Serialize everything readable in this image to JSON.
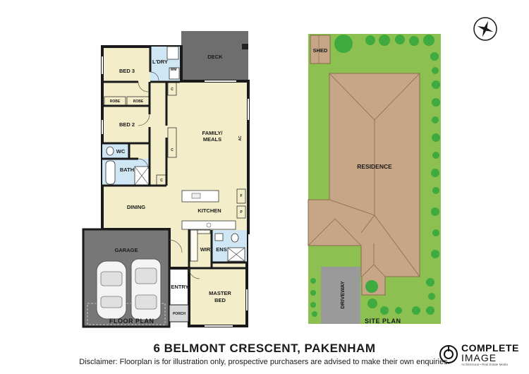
{
  "title": "6 BELMONT CRESCENT, PAKENHAM",
  "disclaimer": "Disclaimer: Floorplan is for illustration only, prospective purchasers are advised to make their own enquiries.",
  "captions": {
    "floor_plan": "FLOOR PLAN",
    "site_plan": "SITE PLAN"
  },
  "rooms": {
    "deck": "DECK",
    "laundry": "L'DRY",
    "wm": "WM",
    "bed3": "BED 3",
    "robe1": "ROBE",
    "robe2": "ROBE",
    "bed2": "BED 2",
    "wc": "WC",
    "bath": "BATH",
    "family_line1": "FAMILY/",
    "family_line2": "MEALS",
    "ac": "AC",
    "c1": "C",
    "c2": "C",
    "c3": "C",
    "f": "F",
    "p": "P",
    "dining": "DINING",
    "kitchen": "KITCHEN",
    "garage": "GARAGE",
    "wir": "WIR",
    "ens": "ENS",
    "entry": "ENTRY",
    "porch": "PORCH",
    "master_line1": "MASTER",
    "master_line2": "BED"
  },
  "site": {
    "shed": "SHED",
    "residence": "RESIDENCE",
    "driveway": "DRIVEWAY"
  },
  "brand": {
    "line1": "COMPLETE",
    "line2": "IMAGE",
    "tagline": "Architectural • Real Estate Media"
  },
  "colors": {
    "floor": "#f3edc9",
    "deck": "#6e6e6e",
    "garage": "#777777",
    "wet": "#cfe6f4",
    "lawn": "#8cc152",
    "roof": "#c6a687",
    "driveway": "#9a9a9a",
    "tree": "#3faa3f"
  }
}
